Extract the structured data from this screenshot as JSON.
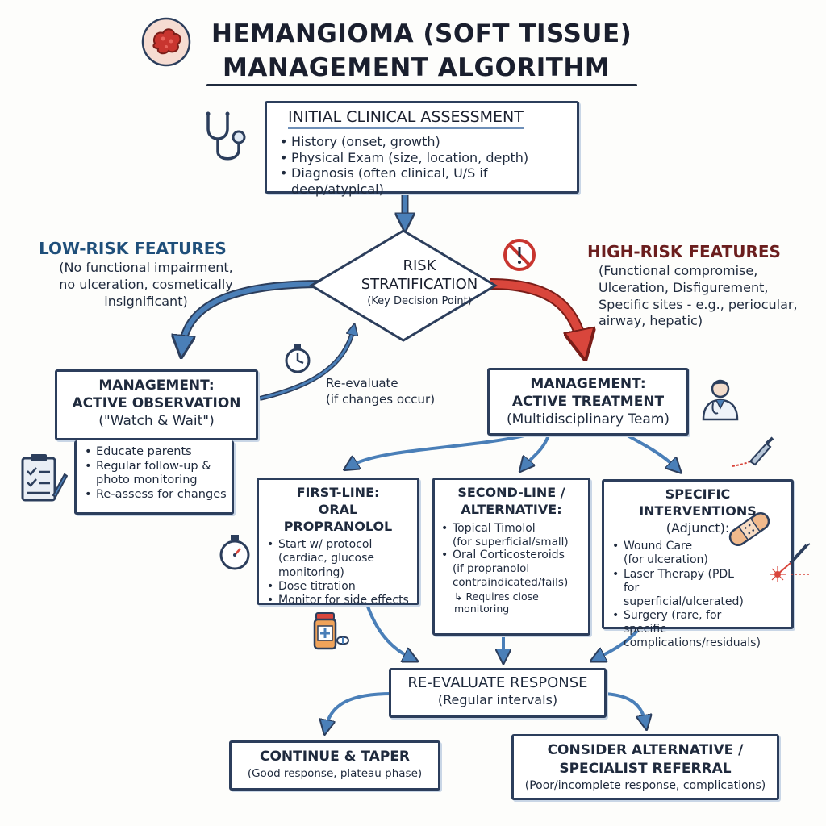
{
  "header": {
    "title_line1": "HEMANGIOMA (SOFT TISSUE)",
    "title_line2": "MANAGEMENT ALGORITHM"
  },
  "initial": {
    "title": "INITIAL CLINICAL ASSESSMENT",
    "items": [
      "History (onset, growth)",
      "Physical Exam (size, location, depth)",
      "Diagnosis (often clinical, U/S if deep/atypical)"
    ]
  },
  "risk": {
    "title_line1": "RISK",
    "title_line2": "STRATIFICATION",
    "subtitle": "(Key Decision Point)"
  },
  "low_risk": {
    "heading": "LOW-RISK FEATURES",
    "desc_line1": "(No functional impairment,",
    "desc_line2": "no ulceration, cosmetically",
    "desc_line3": "insignificant)"
  },
  "high_risk": {
    "heading": "HIGH-RISK FEATURES",
    "desc_line1": "(Functional compromise,",
    "desc_line2": "Ulceration, Disfigurement,",
    "desc_line3": "Specific sites - e.g., periocular,",
    "desc_line4": "airway, hepatic)"
  },
  "observation": {
    "line1": "MANAGEMENT:",
    "line2": "ACTIVE OBSERVATION",
    "line3": "(\"Watch & Wait\")",
    "items": [
      "Educate parents",
      "Regular follow-up & photo monitoring",
      "Re-assess for changes"
    ]
  },
  "reevaluate_note": {
    "line1": "Re-evaluate",
    "line2": "(if changes occur)"
  },
  "treatment": {
    "line1": "MANAGEMENT:",
    "line2": "ACTIVE TREATMENT",
    "line3": "(Multidisciplinary Team)"
  },
  "first_line": {
    "title_line1": "FIRST-LINE:",
    "title_line2": "ORAL PROPRANOLOL",
    "items": [
      "Start w/ protocol (cardiac, glucose monitoring)",
      "Dose titration",
      "Monitor for side effects"
    ]
  },
  "second_line": {
    "title_line1": "SECOND-LINE /",
    "title_line2": "ALTERNATIVE:",
    "item1": "Topical Timolol",
    "item1_sub": "(for superficial/small)",
    "item2": "Oral Corticosteroids",
    "item2_sub": "(if propranolol contraindicated/fails)",
    "note": "↳ Requires close monitoring"
  },
  "specific": {
    "title_line1": "SPECIFIC INTERVENTIONS",
    "title_line2": "(Adjunct):",
    "item1": "Wound Care",
    "item1_sub": "(for ulceration)",
    "item2": "Laser Therapy (PDL for superficial/ulcerated)",
    "item3": "Surgery (rare, for specific complications/residuals)"
  },
  "response": {
    "title": "RE-EVALUATE RESPONSE",
    "subtitle": "(Regular intervals)"
  },
  "continue": {
    "title": "CONTINUE & TAPER",
    "subtitle": "(Good response, plateau phase)"
  },
  "alternative": {
    "title_line1": "CONSIDER ALTERNATIVE /",
    "title_line2": "SPECIALIST REFERRAL",
    "subtitle": "(Poor/incomplete response, complications)"
  },
  "colors": {
    "ink": "#2c3e5c",
    "blue_arrow": "#4a7fb8",
    "red_arrow": "#d9463c",
    "low_risk": "#1f4f7a",
    "high_risk": "#6b1e1e"
  },
  "icons": {
    "logo": "hemangioma-icon",
    "assessment": "stethoscope-icon",
    "high_risk": "prohibited-warning-icon",
    "observation_timer": "stopwatch-icon",
    "observation_notes": "clipboard-checklist-icon",
    "treatment_team": "doctor-icon",
    "first_line_timer": "stopwatch-icon",
    "first_line_med": "pill-bottle-icon",
    "specific_surgery": "scalpel-icon",
    "wound_care": "bandage-icon",
    "laser": "laser-icon"
  }
}
